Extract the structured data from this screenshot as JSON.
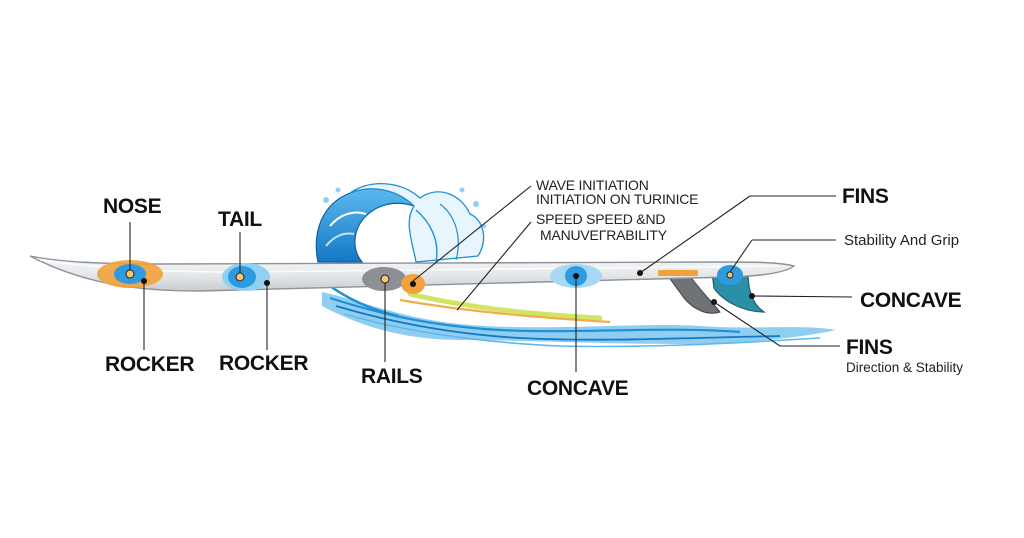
{
  "labels": {
    "nose": "NOSE",
    "tail": "TAIL",
    "rocker_left": "ROCKER",
    "rocker_mid": "ROCKER",
    "rails": "RAILS",
    "concave_bottom": "CONCAVE",
    "fins_top": "FINS",
    "stability_grip": "Stability And Grip",
    "concave_right": "CONCAVE",
    "fins_bottom": "FINS",
    "direction_stability": "Direction & Stability",
    "wave_line1": "WAVE INITIATION",
    "wave_line2": "INITIATION ON TURINICE",
    "speed_line1": "SPEED SPEED &ND",
    "speed_line2": "MANUVEΓRABILITY"
  },
  "colors": {
    "board_fill": "#eceff2",
    "board_edge": "#8c9298",
    "orange": "#f2a23a",
    "blue": "#2e9be0",
    "light_blue": "#a9d8f5",
    "gray_fin": "#6f7276",
    "teal_fin": "#2c8fa8",
    "wave_blue": "#1f8fd6",
    "wave_light": "#8fd0f3",
    "leader": "#222222"
  },
  "icons": [
    "wave-illustration",
    "fin-gray",
    "fin-teal"
  ]
}
